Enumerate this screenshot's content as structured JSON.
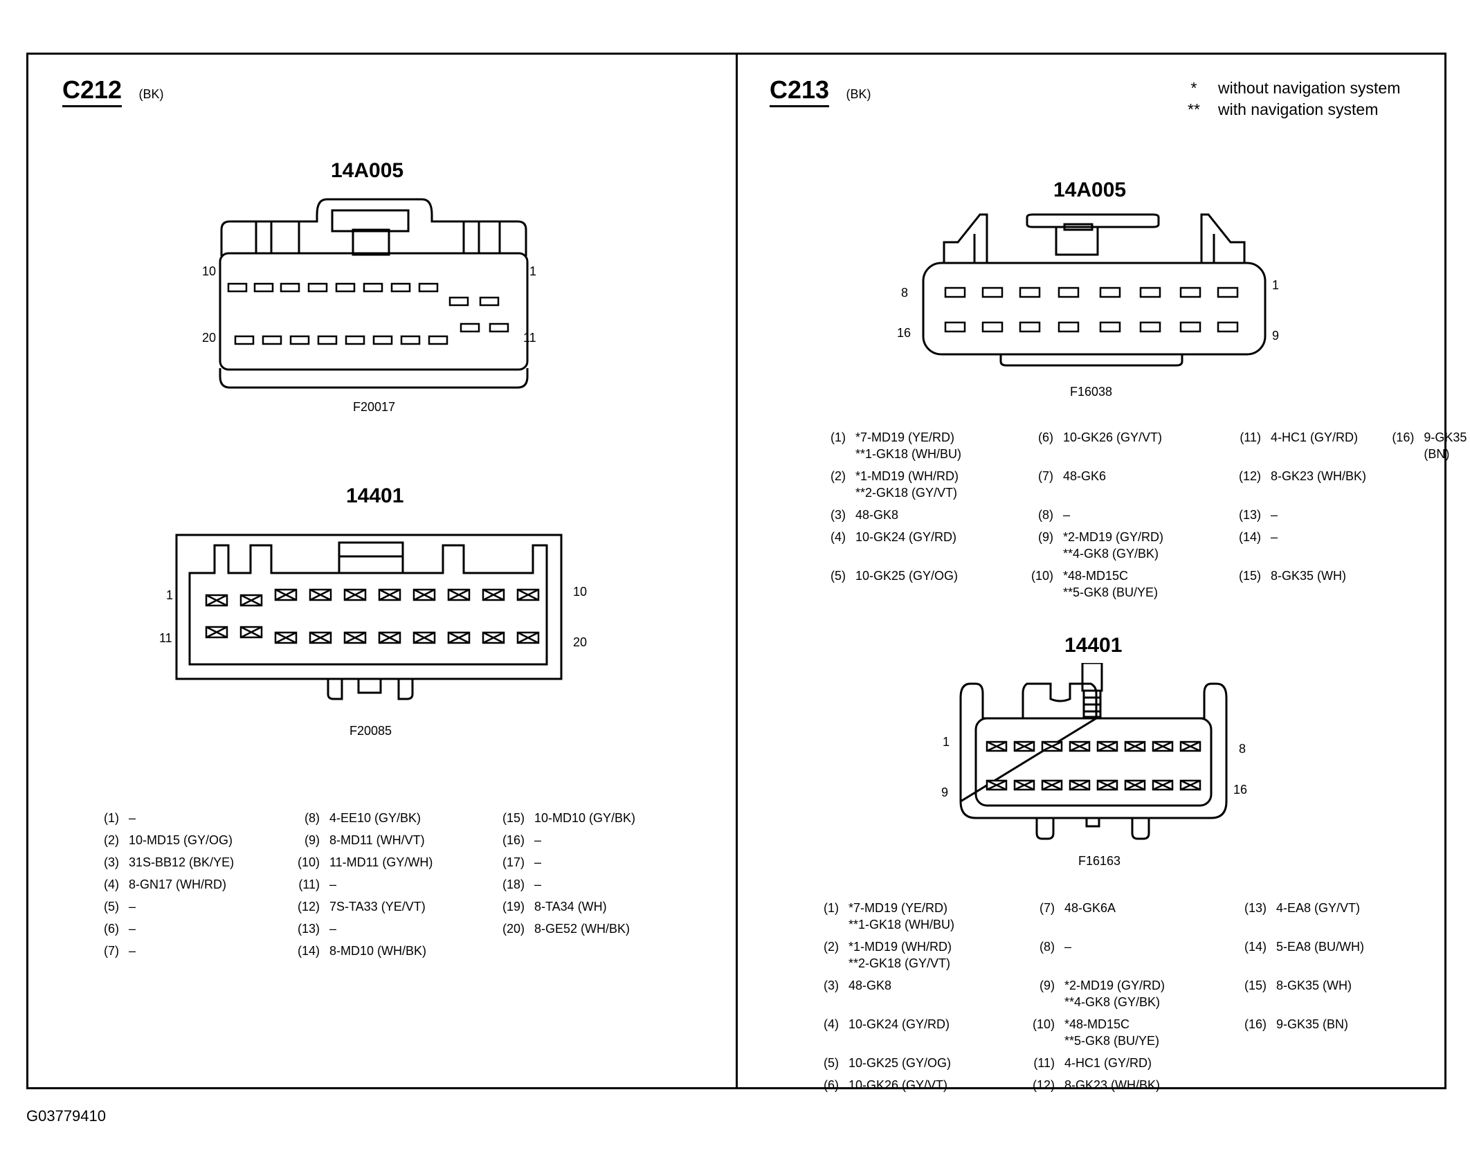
{
  "footer_id": "G03779410",
  "left": {
    "connector": "C212",
    "color": "(BK)",
    "top_part": "14A005",
    "top_fig": "F20017",
    "top_pins": {
      "tl": "10",
      "tr": "1",
      "bl": "20",
      "br": "11"
    },
    "bottom_part": "14401",
    "bottom_fig": "F20085",
    "bottom_pins": {
      "tl": "1",
      "tr": "10",
      "bl": "11",
      "br": "20"
    },
    "pins": [
      {
        "n": "(1)",
        "v": "–"
      },
      {
        "n": "(2)",
        "v": "10-MD15 (GY/OG)"
      },
      {
        "n": "(3)",
        "v": "31S-BB12 (BK/YE)"
      },
      {
        "n": "(4)",
        "v": "8-GN17 (WH/RD)"
      },
      {
        "n": "(5)",
        "v": "–"
      },
      {
        "n": "(6)",
        "v": "–"
      },
      {
        "n": "(7)",
        "v": "–"
      },
      {
        "n": "(8)",
        "v": "4-EE10 (GY/BK)"
      },
      {
        "n": "(9)",
        "v": "8-MD11 (WH/VT)"
      },
      {
        "n": "(10)",
        "v": "11-MD11 (GY/WH)"
      },
      {
        "n": "(11)",
        "v": "–"
      },
      {
        "n": "(12)",
        "v": "7S-TA33 (YE/VT)"
      },
      {
        "n": "(13)",
        "v": "–"
      },
      {
        "n": "(14)",
        "v": "8-MD10 (WH/BK)"
      },
      {
        "n": "(15)",
        "v": "10-MD10 (GY/BK)"
      },
      {
        "n": "(16)",
        "v": "–"
      },
      {
        "n": "(17)",
        "v": "–"
      },
      {
        "n": "(18)",
        "v": "–"
      },
      {
        "n": "(19)",
        "v": "8-TA34 (WH)"
      },
      {
        "n": "(20)",
        "v": "8-GE52 (WH/BK)"
      }
    ]
  },
  "right": {
    "connector": "C213",
    "color": "(BK)",
    "legend": [
      {
        "mark": "*",
        "text": "without navigation system"
      },
      {
        "mark": "**",
        "text": "with navigation system"
      }
    ],
    "top_part": "14A005",
    "top_fig": "F16038",
    "top_pins": {
      "tl": "8",
      "tr": "1",
      "bl": "16",
      "br": "9"
    },
    "bottom_part": "14401",
    "bottom_fig": "F16163",
    "bottom_pins": {
      "tl": "1",
      "tr": "8",
      "bl": "9",
      "br": "16"
    },
    "pins_top": [
      {
        "n": "(1)",
        "v": "*7-MD19 (YE/RD)\n**1-GK18 (WH/BU)"
      },
      {
        "n": "(2)",
        "v": "*1-MD19 (WH/RD)\n**2-GK18 (GY/VT)"
      },
      {
        "n": "(3)",
        "v": "48-GK8"
      },
      {
        "n": "(4)",
        "v": "10-GK24 (GY/RD)"
      },
      {
        "n": "(5)",
        "v": "10-GK25 (GY/OG)"
      },
      {
        "n": "(6)",
        "v": "10-GK26 (GY/VT)"
      },
      {
        "n": "(7)",
        "v": "48-GK6"
      },
      {
        "n": "(8)",
        "v": "–"
      },
      {
        "n": "(9)",
        "v": "*2-MD19 (GY/RD)\n**4-GK8 (GY/BK)"
      },
      {
        "n": "(10)",
        "v": "*48-MD15C\n**5-GK8 (BU/YE)"
      },
      {
        "n": "(11)",
        "v": "4-HC1 (GY/RD)"
      },
      {
        "n": "(12)",
        "v": "8-GK23 (WH/BK)"
      },
      {
        "n": "(13)",
        "v": "–"
      },
      {
        "n": "(14)",
        "v": "–"
      },
      {
        "n": "(15)",
        "v": "8-GK35 (WH)"
      },
      {
        "n": "(16)",
        "v": "9-GK35 (BN)"
      }
    ],
    "pins_bottom": [
      {
        "n": "(1)",
        "v": "*7-MD19 (YE/RD)\n**1-GK18 (WH/BU)"
      },
      {
        "n": "(2)",
        "v": "*1-MD19 (WH/RD)\n**2-GK18 (GY/VT)"
      },
      {
        "n": "(3)",
        "v": "48-GK8"
      },
      {
        "n": "(4)",
        "v": "10-GK24 (GY/RD)"
      },
      {
        "n": "(5)",
        "v": "10-GK25 (GY/OG)"
      },
      {
        "n": "(6)",
        "v": "10-GK26 (GY/VT)"
      },
      {
        "n": "(7)",
        "v": "48-GK6A"
      },
      {
        "n": "(8)",
        "v": "–"
      },
      {
        "n": "(9)",
        "v": "*2-MD19 (GY/RD)\n**4-GK8 (GY/BK)"
      },
      {
        "n": "(10)",
        "v": "*48-MD15C\n**5-GK8 (BU/YE)"
      },
      {
        "n": "(11)",
        "v": "4-HC1 (GY/RD)"
      },
      {
        "n": "(12)",
        "v": "8-GK23 (WH/BK)"
      },
      {
        "n": "(13)",
        "v": "4-EA8 (GY/VT)"
      },
      {
        "n": "(14)",
        "v": "5-EA8 (BU/WH)"
      },
      {
        "n": "(15)",
        "v": "8-GK35 (WH)"
      },
      {
        "n": "(16)",
        "v": "9-GK35 (BN)"
      }
    ]
  }
}
